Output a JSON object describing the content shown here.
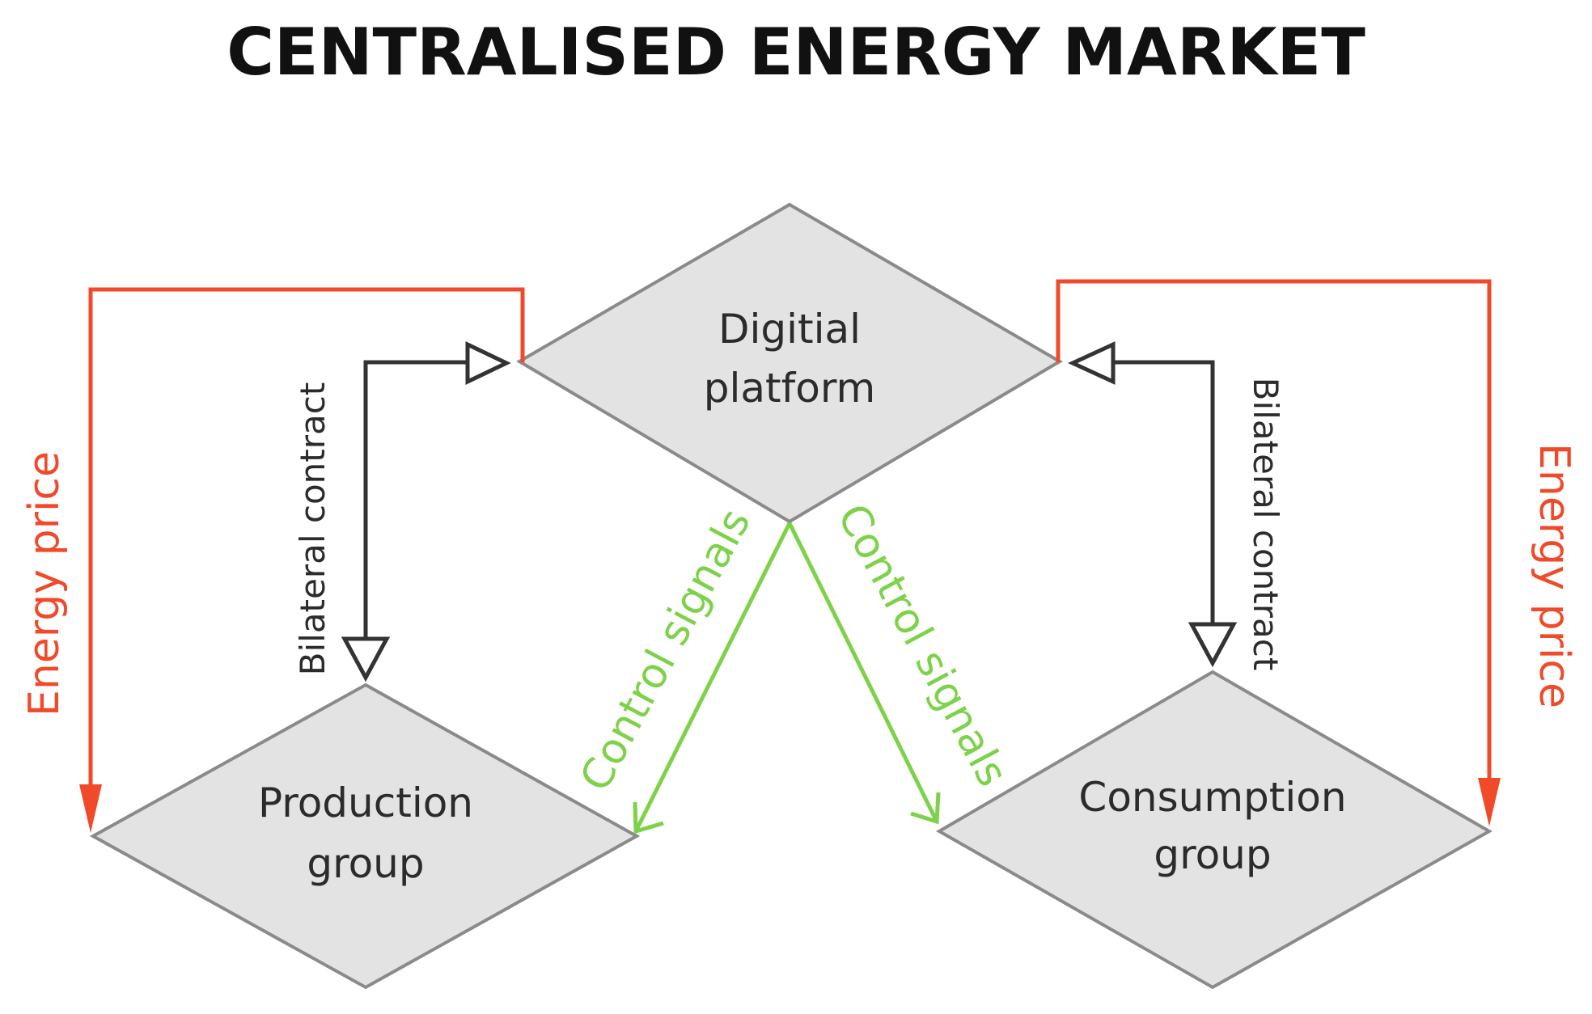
{
  "title": "CENTRALISED ENERGY MARKET",
  "colors": {
    "energy_price": "#f04a2a",
    "control_signals": "#7ed24a",
    "bilateral_contract": "#333333",
    "node_fill": "#e3e3e3",
    "node_stroke": "#8a8a8a"
  },
  "nodes": {
    "platform": {
      "line1": "Digitial",
      "line2": "platform"
    },
    "production": {
      "line1": "Production",
      "line2": "group"
    },
    "consumption": {
      "line1": "Consumption",
      "line2": "group"
    }
  },
  "edges": {
    "energy_price_left": "Energy price",
    "energy_price_right": "Energy price",
    "bilateral_contract_left": "Bilateral contract",
    "bilateral_contract_right": "Bilateral contract",
    "control_signals_left": "Control signals",
    "control_signals_right": "Control signals"
  }
}
